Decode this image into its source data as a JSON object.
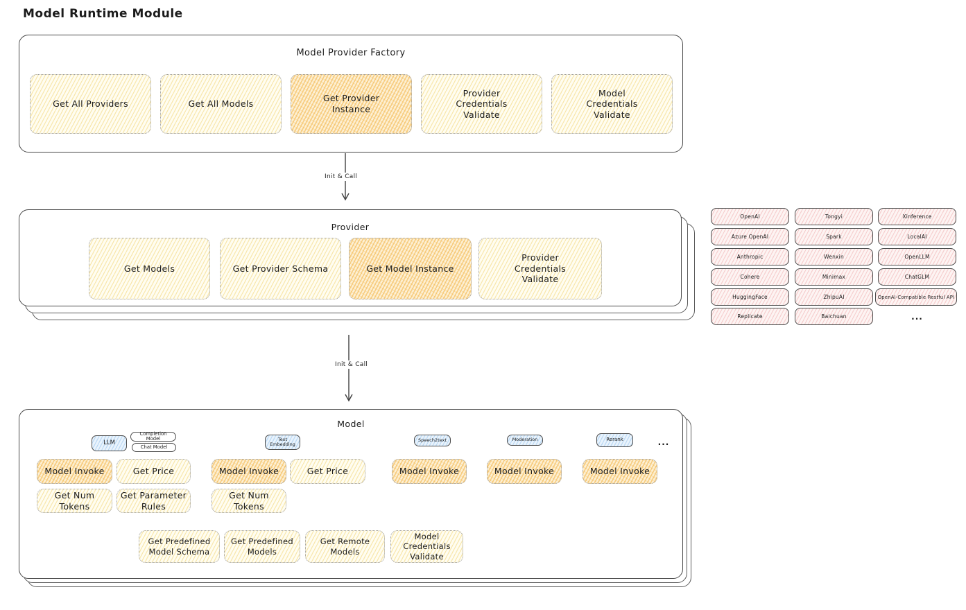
{
  "title": "Model Runtime Module",
  "colors": {
    "yellow_fill": "#fdf6dd",
    "orange_fill": "#f8d896",
    "pink_fill": "#fbe4e4",
    "blue_fill": "#d9eafa",
    "stroke": "#474747",
    "text": "#1b1b1b"
  },
  "factory": {
    "label": "Model Provider Factory",
    "items": [
      "Get All Providers",
      "Get All Models",
      "Get Provider Instance",
      "Provider Credentials Validate",
      "Model Credentials Validate"
    ]
  },
  "arrow1": {
    "label": "Init & Call"
  },
  "arrow2": {
    "label": "Init & Call"
  },
  "provider": {
    "label": "Provider",
    "items": [
      "Get Models",
      "Get Provider Schema",
      "Get Model Instance",
      "Provider Credentials Validate"
    ]
  },
  "vendors": {
    "col1": [
      "OpenAI",
      "Azure OpenAI",
      "Anthropic",
      "Cohere",
      "HuggingFace",
      "Replicate"
    ],
    "col2": [
      "Tongyi",
      "Spark",
      "Wenxin",
      "Minimax",
      "ZhipuAI",
      "Baichuan"
    ],
    "col3": [
      "Xinference",
      "LocalAI",
      "OpenLLM",
      "ChatGLM",
      "OpenAI-Compatible Restful API"
    ],
    "more": "..."
  },
  "model": {
    "label": "Model",
    "tags": {
      "llm": "LLM",
      "completion_model": "Completion Model",
      "chat_model": "Chat Model",
      "text_embedding": "Text Embedding",
      "speech2text": "Speech2text",
      "moderation": "Moderation",
      "rerank": "Rerank",
      "more": "..."
    },
    "ops": {
      "model_invoke": "Model Invoke",
      "get_price": "Get Price",
      "get_num_tokens": "Get Num Tokens",
      "get_parameter_rules": "Get Parameter Rules",
      "get_predefined_model_schema": "Get Predefined Model Schema",
      "get_predefined_models": "Get Predefined Models",
      "get_remote_models": "Get Remote Models",
      "model_credentials_validate": "Model Credentials Validate"
    }
  }
}
